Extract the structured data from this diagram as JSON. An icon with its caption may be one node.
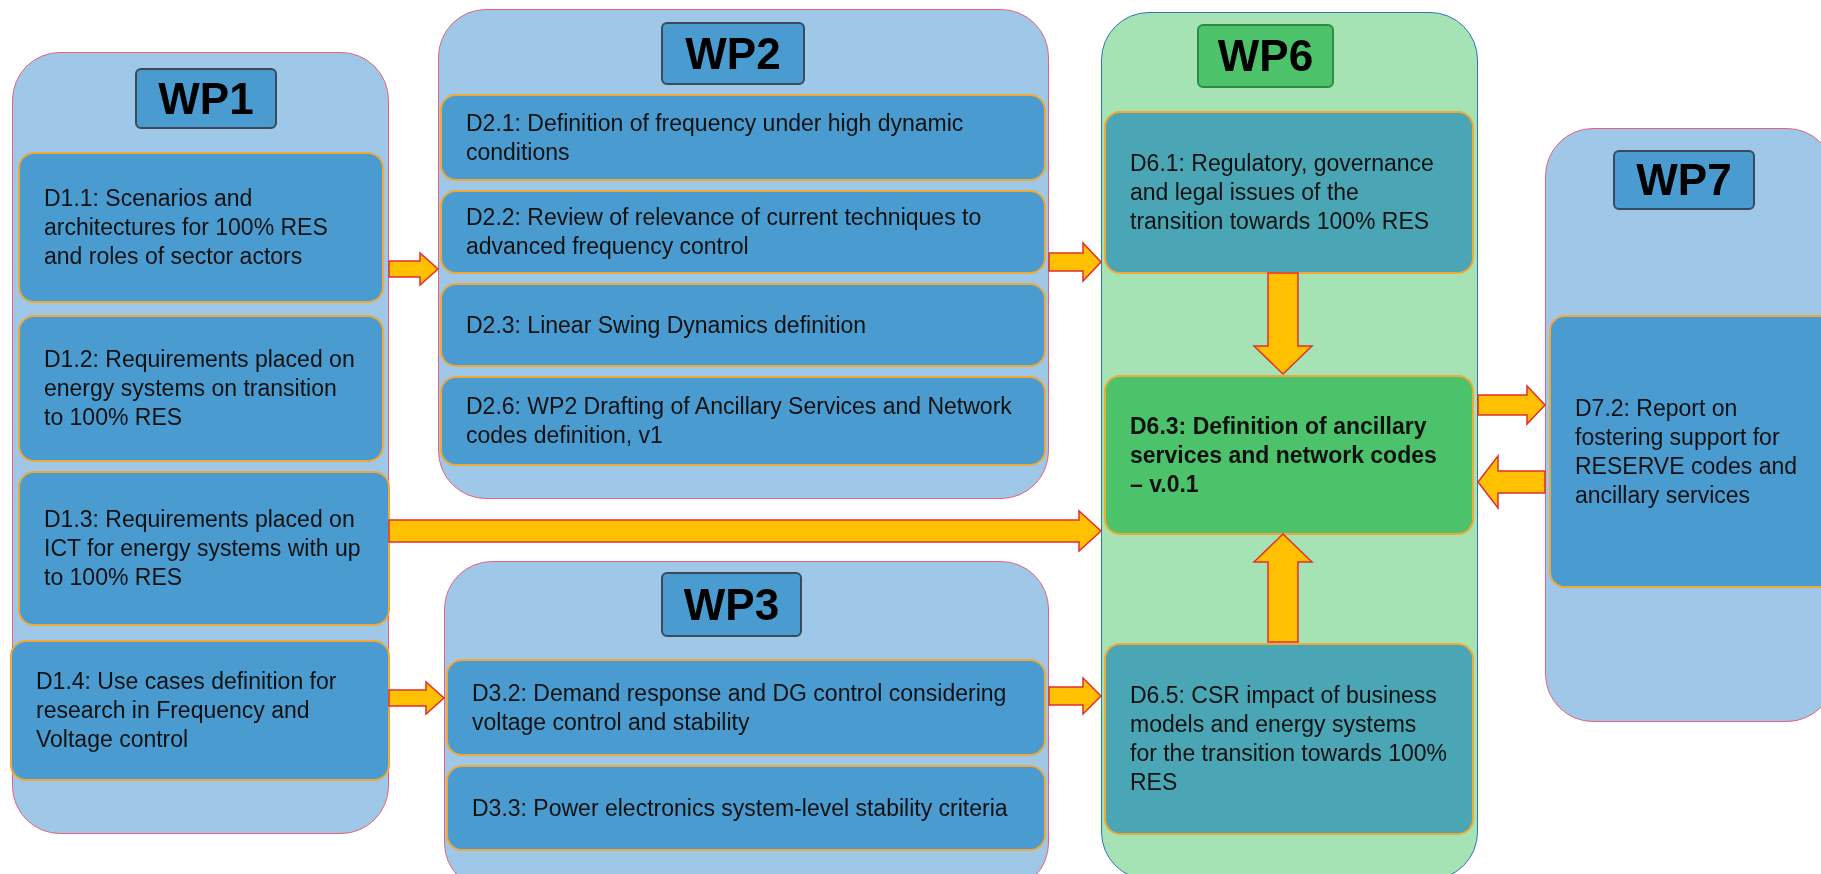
{
  "diagram": {
    "nodes": [
      {
        "text": [
          "WP1"
        ]
      },
      {
        "text": [
          "D1.1: Scenarios and architectures for 100% RES and roles of sector actors"
        ],
        "in": 0
      },
      {
        "text": [
          "D1.2: Requirements placed on energy systems on transition to 100% RES"
        ],
        "in": 0
      },
      {
        "text": [
          "D1.3: Requirements placed on ICT for energy systems with up to 100% RES"
        ],
        "in": 0
      },
      {
        "text": [
          "D1.4: Use cases definition for research in Frequency and Voltage control"
        ],
        "in": 0
      },
      {
        "text": [
          "WP2"
        ]
      },
      {
        "text": [
          "D2.1: Definition of frequency under high dynamic conditions"
        ],
        "in": 5
      },
      {
        "text": [
          "D2.2: Review of relevance of current techniques to advanced frequency control"
        ],
        "in": 5
      },
      {
        "text": [
          "D2.3: Linear Swing Dynamics definition"
        ],
        "in": 5
      },
      {
        "text": [
          "D2.6: WP2 Drafting of Ancillary Services and Network codes definition, v1"
        ],
        "in": 5
      },
      {
        "text": [
          "WP3"
        ]
      },
      {
        "text": [
          "D3.2: Demand response and DG control considering voltage control and stability"
        ],
        "in": 10
      },
      {
        "text": [
          "D3.3: Power electronics system-level stability criteria"
        ],
        "in": 10
      },
      {
        "text": [
          "WP6"
        ]
      },
      {
        "text": [
          "D6.1: Regulatory, governance and legal issues of the transition towards 100% RES"
        ],
        "in": 13
      },
      {
        "text": [
          "D6.3: Definition of ancillary services and network codes – v.0.1"
        ],
        "in": 13
      },
      {
        "text": [
          "D6.5: CSR impact of business models and energy systems for the transition towards 100% RES"
        ],
        "in": 13
      },
      {
        "text": [
          "WP7"
        ]
      },
      {
        "text": [
          "D7.2: Report on fostering support for RESERVE codes and ancillary services"
        ],
        "in": 17
      }
    ],
    "edges": [
      {
        "from": 0,
        "to": 5,
        "arrow": "to"
      },
      {
        "from": 5,
        "to": 13,
        "arrow": "to"
      },
      {
        "from": 3,
        "to": 13,
        "arrow": "to"
      },
      {
        "from": 0,
        "to": 10,
        "arrow": "to"
      },
      {
        "from": 10,
        "to": 13,
        "arrow": "to"
      },
      {
        "from": 14,
        "to": 15,
        "arrow": "to"
      },
      {
        "from": 16,
        "to": 15,
        "arrow": "to"
      },
      {
        "from": 13,
        "to": 17,
        "arrow": "to"
      },
      {
        "from": 17,
        "to": 13,
        "arrow": "to"
      }
    ]
  }
}
